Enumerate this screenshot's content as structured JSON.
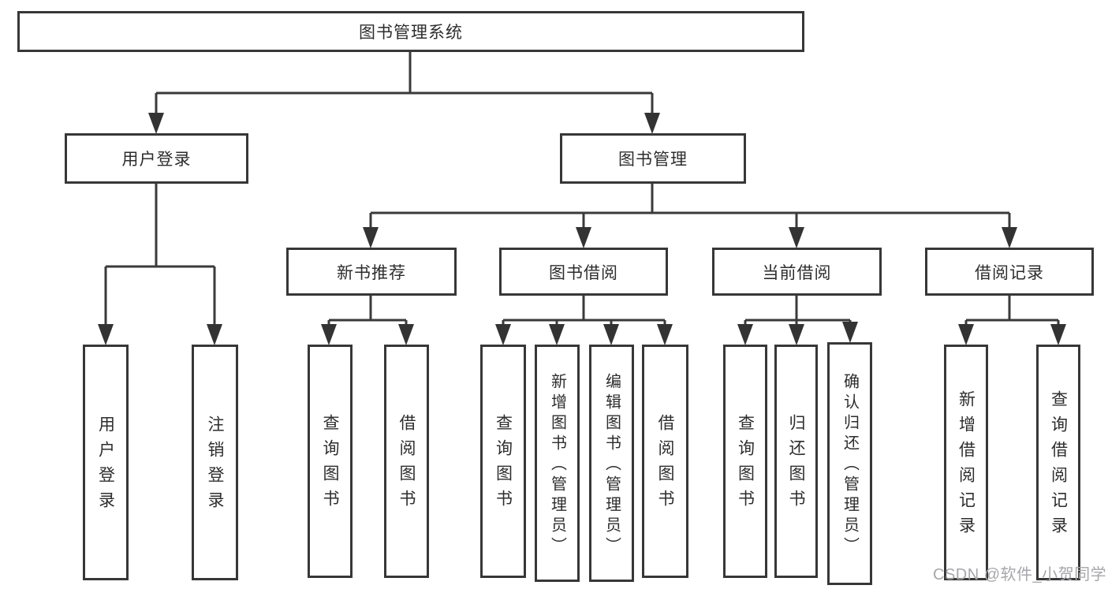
{
  "diagram": {
    "title_node": "图书管理系统",
    "level2": {
      "user_login": "用户登录",
      "book_mgmt": "图书管理"
    },
    "level3": {
      "new_book_rec": "新书推荐",
      "book_borrow": "图书借阅",
      "current_borrow": "当前借阅",
      "borrow_record": "借阅记录"
    },
    "leaves": {
      "user_login": "用户登录",
      "logout_login": "注销登录",
      "nbr_query_books": "查询图书",
      "nbr_borrow_books": "借阅图书",
      "bb_query_books": "查询图书",
      "bb_add_books": "新增图书（管理员）",
      "bb_edit_books": "编辑图书（管理员）",
      "bb_borrow_books": "借阅图书",
      "cb_query_books": "查询图书",
      "cb_return_books": "归还图书",
      "cb_confirm_return": "确认归还（管理员）",
      "br_add_record": "新增借阅记录",
      "br_query_record": "查询借阅记录"
    }
  },
  "watermark": "CSDN @软件_小贺同学",
  "colors": {
    "line": "#3a3a3a",
    "box_border": "#373737",
    "text": "#2d2d2d",
    "watermark": "#a7a7ab",
    "background": "#ffffff"
  }
}
